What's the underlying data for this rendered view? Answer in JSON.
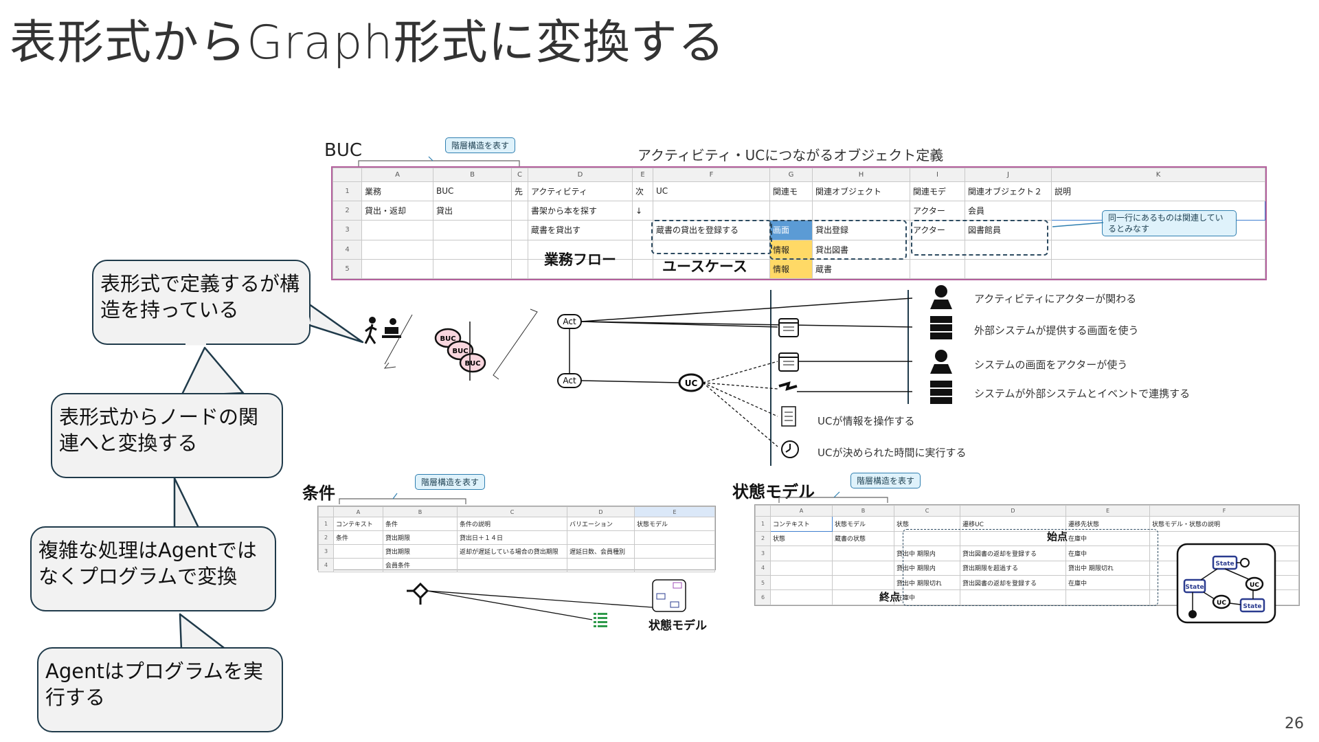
{
  "slide": {
    "title": "表形式からGraph形式に変換する",
    "page_number": "26"
  },
  "buc_section": {
    "label": "BUC",
    "callout": "階層構造を表す",
    "object_def_label": "アクティビティ・UCにつながるオブジェクト定義",
    "flow_label": "業務フロー",
    "usecase_label": "ユースケース",
    "row_callout": "同一行にあるものは関連しているとみなす",
    "sheet": {
      "col_letters": [
        "A",
        "B",
        "C",
        "D",
        "E",
        "F",
        "G",
        "H",
        "I",
        "J",
        "K"
      ],
      "headers": [
        "業務",
        "BUC",
        "先",
        "アクティビティ",
        "次",
        "UC",
        "関連モ",
        "関連オブジェクト",
        "関連モデ",
        "関連オブジェクト２",
        "説明"
      ],
      "rows": [
        {
          "n": "2",
          "cells": [
            "貸出・返却",
            "貸出",
            "",
            "書架から本を探す",
            "↓",
            "",
            "",
            "",
            "アクター",
            "会員",
            ""
          ]
        },
        {
          "n": "3",
          "cells": [
            "",
            "",
            "",
            "蔵書を貸出す",
            "",
            "蔵書の貸出を登録する",
            "画面",
            "貸出登録",
            "アクター",
            "図書館員",
            ""
          ]
        },
        {
          "n": "4",
          "cells": [
            "",
            "",
            "",
            "",
            "",
            "",
            "情報",
            "貸出図書",
            "",
            "",
            ""
          ]
        },
        {
          "n": "5",
          "cells": [
            "",
            "",
            "",
            "",
            "",
            "",
            "情報",
            "蔵書",
            "",
            "",
            ""
          ]
        }
      ]
    }
  },
  "graph": {
    "act_label": "Act",
    "uc_label": "UC",
    "buc_label": "BUC",
    "legend": [
      {
        "icon": "actor-icon",
        "text": "アクティビティにアクターが関わる"
      },
      {
        "icon": "server-icon",
        "text": "外部システムが提供する画面を使う"
      },
      {
        "icon": "actor-icon",
        "text": "システムの画面をアクターが使う"
      },
      {
        "icon": "server-icon",
        "text": "システムが外部システムとイベントで連携する"
      },
      {
        "icon": "document-icon",
        "text": "UCが情報を操作する"
      },
      {
        "icon": "clock-icon",
        "text": "UCが決められた時間に実行する"
      }
    ]
  },
  "bubbles": [
    "表形式で定義するが構造を持っている",
    "表形式からノードの関連へと変換する",
    "複雑な処理はAgentではなくプログラムで変換",
    "Agentはプログラムを実行する"
  ],
  "condition_section": {
    "label": "条件",
    "callout": "階層構造を表す",
    "state_model_label": "状態モデル",
    "sheet": {
      "col_letters": [
        "A",
        "B",
        "C",
        "D",
        "E"
      ],
      "headers": [
        "コンテキスト",
        "条件",
        "条件の説明",
        "バリエーション",
        "状態モデル"
      ],
      "rows": [
        {
          "n": "2",
          "cells": [
            "条件",
            "貸出期限",
            "貸出日＋１４日",
            "",
            ""
          ]
        },
        {
          "n": "3",
          "cells": [
            "",
            "貸出期限",
            "返却が遅延している場合の貸出期限",
            "遅延日数、会員種別",
            ""
          ]
        },
        {
          "n": "4",
          "cells": [
            "",
            "会員条件",
            "",
            "",
            ""
          ]
        }
      ]
    }
  },
  "state_section": {
    "label": "状態モデル",
    "callout": "階層構造を表す",
    "start_label": "始点",
    "end_label": "終点",
    "state_node": "State",
    "uc_node": "UC",
    "sheet": {
      "col_letters": [
        "A",
        "B",
        "C",
        "D",
        "E",
        "F"
      ],
      "headers": [
        "コンテキスト",
        "状態モデル",
        "状態",
        "遷移UC",
        "遷移先状態",
        "状態モデル・状態の説明"
      ],
      "rows": [
        {
          "n": "2",
          "cells": [
            "状態",
            "蔵書の状態",
            "",
            "",
            "在庫中",
            ""
          ]
        },
        {
          "n": "3",
          "cells": [
            "",
            "",
            "貸出中 期限内",
            "貸出図書の返却を登録する",
            "在庫中",
            ""
          ]
        },
        {
          "n": "4",
          "cells": [
            "",
            "",
            "貸出中 期限内",
            "貸出期限を超過する",
            "貸出中 期限切れ",
            ""
          ]
        },
        {
          "n": "5",
          "cells": [
            "",
            "",
            "貸出中 期限切れ",
            "貸出図書の返却を登録する",
            "在庫中",
            ""
          ]
        },
        {
          "n": "6",
          "cells": [
            "",
            "",
            "在庫中",
            "",
            "",
            ""
          ]
        }
      ]
    }
  }
}
